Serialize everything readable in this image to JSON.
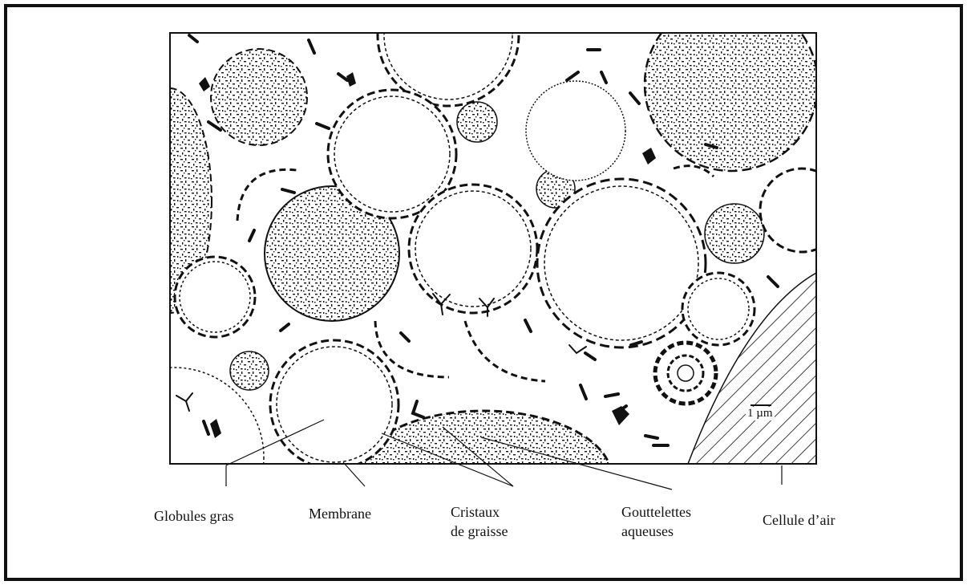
{
  "figure": {
    "scale_bar": "1 µm",
    "labels": {
      "fat_globules": "Globules gras",
      "membrane": "Membrane",
      "fat_crystals": [
        "Cristaux",
        "de graisse"
      ],
      "aqueous_droplets": [
        "Gouttelettes",
        "aqueuses"
      ],
      "air_cell": "Cellule d’air"
    }
  },
  "colors": {
    "ink": "#111111",
    "paper": "#ffffff"
  }
}
